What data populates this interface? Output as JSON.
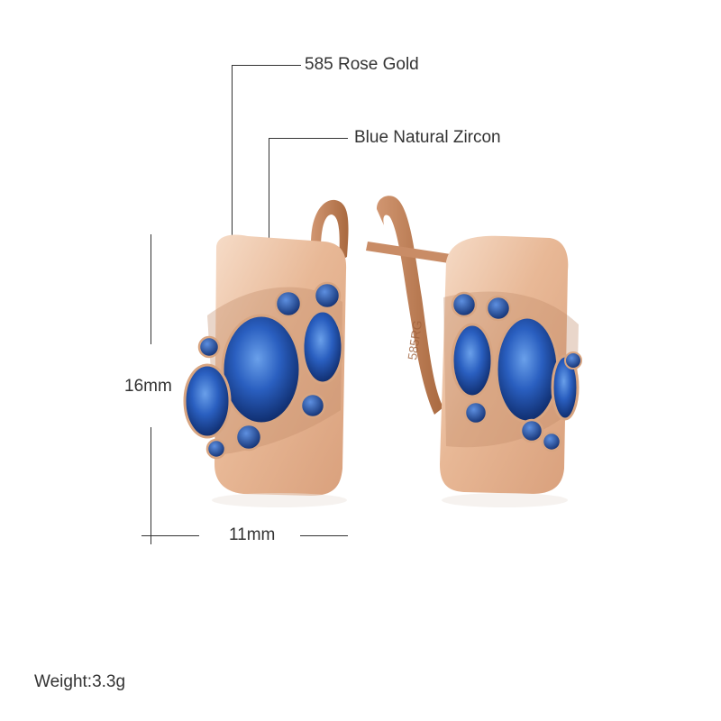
{
  "annotations": {
    "material": "585 Rose Gold",
    "stone": "Blue Natural Zircon",
    "height": "16mm",
    "width": "11mm",
    "weight": "Weight:3.3g"
  },
  "engraving": "585RG",
  "colors": {
    "gold_light": "#f3d2bb",
    "gold_mid": "#e2ae8c",
    "gold_dark": "#b97a55",
    "zircon_light": "#4f86d6",
    "zircon_dark": "#0c2a6b"
  }
}
